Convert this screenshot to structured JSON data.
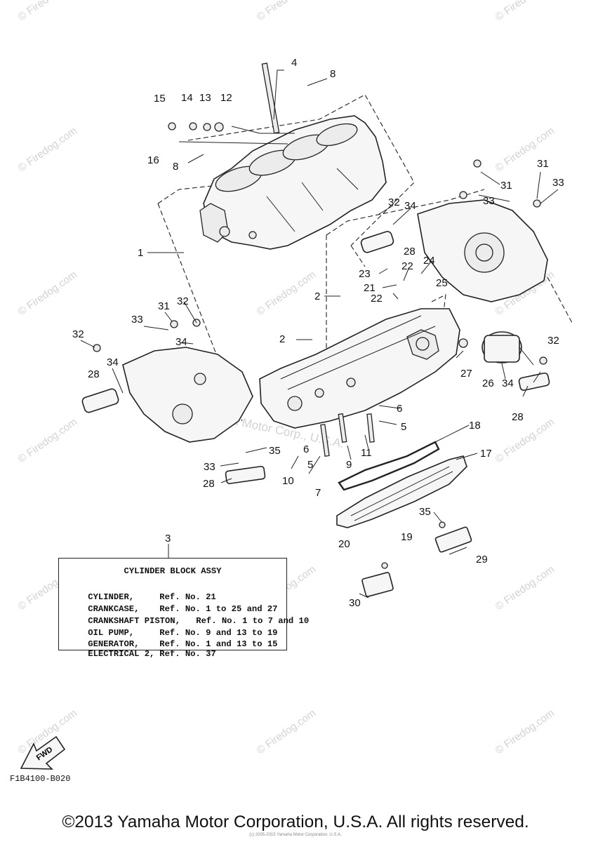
{
  "watermark": "© Firedog.com",
  "watermark_center": "© Yamaha Motor Corp., U.S.A.",
  "callouts": [
    "1",
    "2",
    "2",
    "3",
    "4",
    "5",
    "5",
    "6",
    "6",
    "7",
    "8",
    "8",
    "9",
    "10",
    "11",
    "12",
    "13",
    "14",
    "15",
    "16",
    "17",
    "18",
    "19",
    "20",
    "21",
    "22",
    "22",
    "23",
    "24",
    "25",
    "26",
    "27",
    "28",
    "28",
    "28",
    "28",
    "29",
    "30",
    "31",
    "31",
    "31",
    "32",
    "32",
    "32",
    "32",
    "33",
    "33",
    "33",
    "33",
    "34",
    "34",
    "34",
    "34",
    "35",
    "35"
  ],
  "assy": {
    "title": "CYLINDER BLOCK ASSY",
    "rows": [
      {
        "name": "CYLINDER,",
        "ref": "Ref. No. 21"
      },
      {
        "name": "CRANKCASE,",
        "ref": "Ref. No. 1 to 25 and 27"
      },
      {
        "name": "CRANKSHAFT PISTON,",
        "ref": "Ref. No. 1 to 7 and 10"
      },
      {
        "name": "OIL PUMP,",
        "ref": "Ref. No. 9 and 13 to 19"
      },
      {
        "name": "GENERATOR,",
        "ref": "Ref. No. 1 and 13 to 15"
      },
      {
        "name": "ELECTRICAL 2,",
        "ref": "Ref. No. 37"
      }
    ]
  },
  "fwd_label": "FWD",
  "diagram_code": "F1B4100-B020",
  "copyright": "©2013 Yamaha Motor Corporation, U.S.A. All rights reserved.",
  "tiny_notice": "(c) 2005-2015 Yamaha Motor Corporation, U.S.A."
}
